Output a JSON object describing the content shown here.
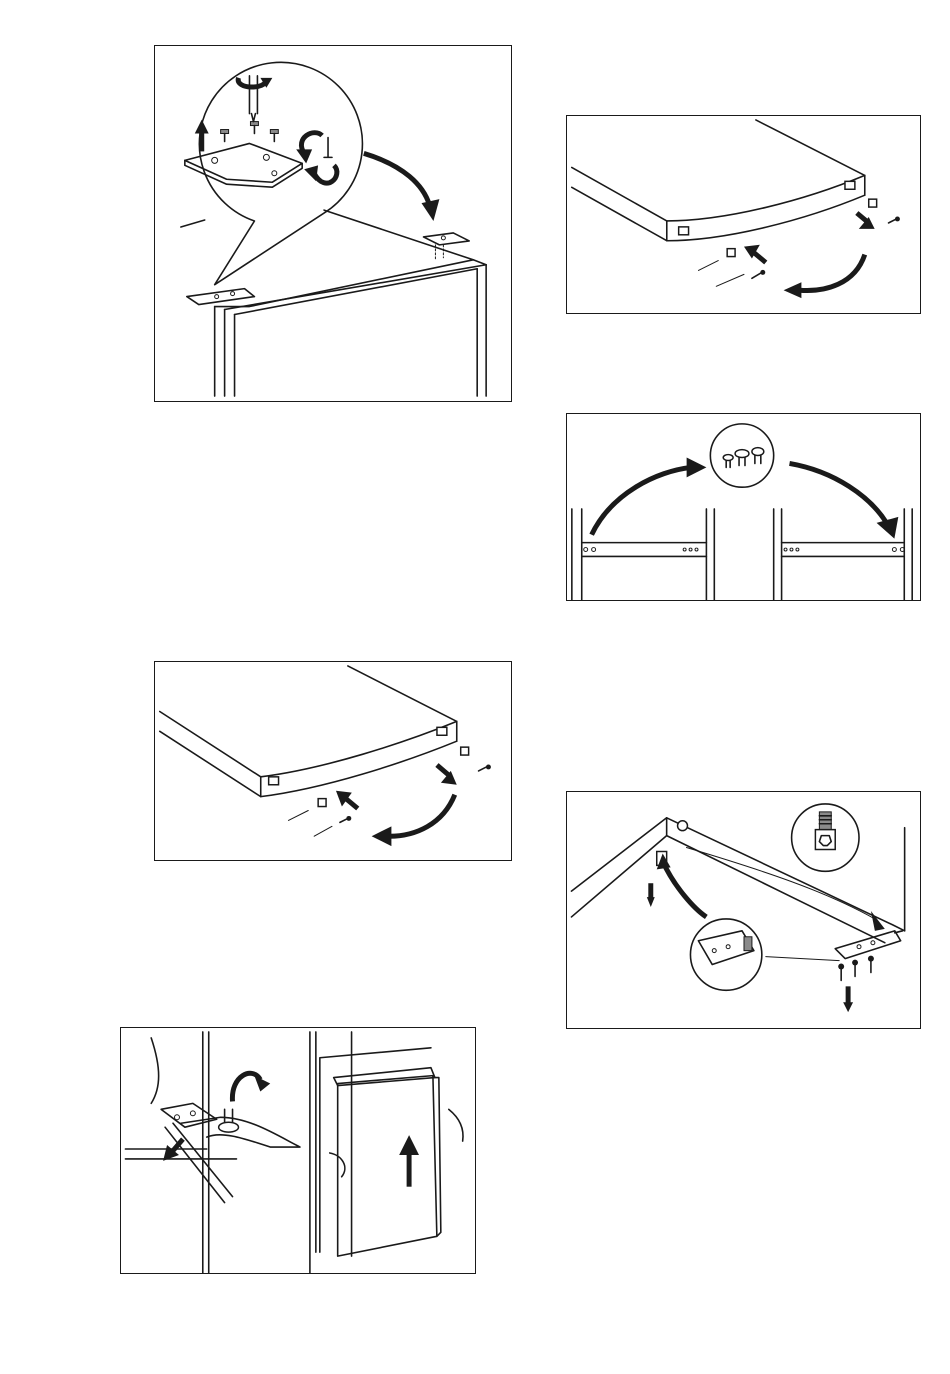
{
  "page": {
    "figures": [
      {
        "name": "top-hinge-removal",
        "icon": "hinge-bracket-screws"
      },
      {
        "name": "top-cover-side-swap",
        "icon": "cover-pins-screws"
      },
      {
        "name": "shelf-pins-swap",
        "icon": "shelf-support-pins"
      },
      {
        "name": "cover-pins-swap",
        "icon": "cover-pins-screws"
      },
      {
        "name": "bottom-hinge-swap",
        "icon": "bottom-hinge-pin"
      },
      {
        "name": "door-lift-off",
        "icon": "door-lift"
      }
    ],
    "colors": {
      "line": "#1a1a1a",
      "background": "#ffffff"
    }
  }
}
